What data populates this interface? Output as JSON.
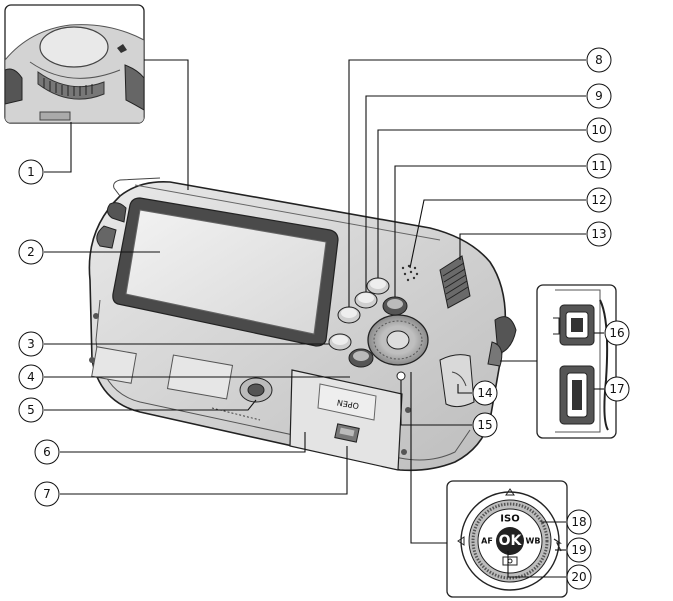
{
  "callouts": [
    "1",
    "2",
    "3",
    "4",
    "5",
    "6",
    "7",
    "8",
    "9",
    "10",
    "11",
    "12",
    "13",
    "14",
    "15",
    "16",
    "17",
    "18",
    "19",
    "20"
  ],
  "dial_labels": {
    "iso": "ISO",
    "ok": "OK",
    "af": "AF",
    "wb": "WB"
  },
  "door_label": "OPEN"
}
